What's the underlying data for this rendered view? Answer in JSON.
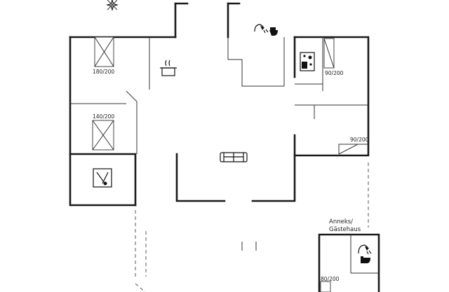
{
  "labels": {
    "bed_1": "180/200",
    "bed_2": "140/200",
    "bed_3": "90/200",
    "bed_4": "90/200",
    "bed_5": "80/200",
    "annex_line1": "Anneks/",
    "annex_line2": "Gästehaus"
  },
  "icons": {
    "compass": "compass-rose-icon",
    "cooking_pot": "cooking-pot-icon",
    "sofa": "sofa-icon",
    "bathroom": "shower-toilet-icon",
    "utility": "washing-machine-icon",
    "shower_annex": "shower-toilet-icon",
    "tools": "tools-icon"
  }
}
